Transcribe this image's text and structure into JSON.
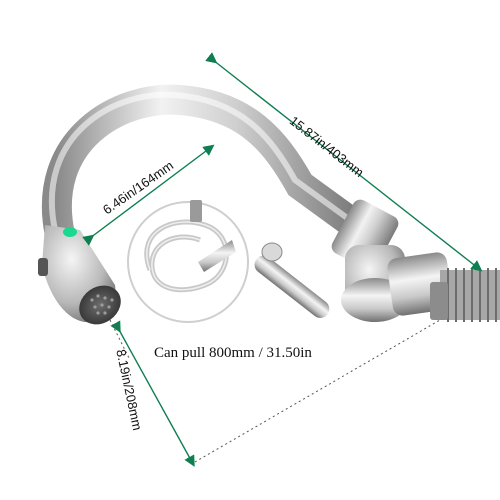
{
  "product": {
    "dimensions": {
      "spout_reach": "15.87in/403mm",
      "head_to_neck": "6.46in/164mm",
      "head_height": "8.19in/208mm"
    },
    "caption": "Can pull 800mm / 31.50in",
    "colors": {
      "dimension_line": "#0f7f52",
      "steel_light": "#e7e7e7",
      "steel_mid": "#b7b7b7",
      "steel_dark": "#6f6f6f",
      "indicator": "#19d88f",
      "hose": "#c8c8c8"
    }
  }
}
